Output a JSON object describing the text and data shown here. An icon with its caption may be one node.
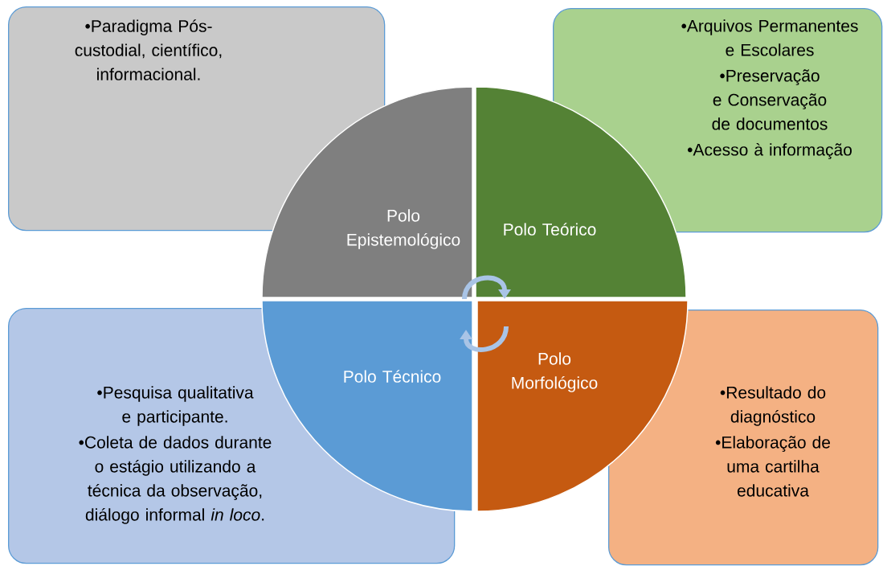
{
  "diagram": {
    "nodes": [
      {
        "text": [
          "•Paradigma Pós-custodial, científico, informacional."
        ]
      },
      {
        "text": [
          "•Arquivos Permanentes e Escolares",
          "•Preservação e Conservação de documentos",
          "•Acesso à informação"
        ]
      },
      {
        "text": [
          "•Pesquisa qualitativa e participante.",
          "•Coleta de dados durante o estágio utilizando a técnica da observação, diálogo informal *in loco*."
        ]
      },
      {
        "text": [
          "•Resultado do diagnóstico",
          "•Elaboração de uma cartilha educativa"
        ]
      },
      {
        "text": [
          "Polo Epistemológico"
        ]
      },
      {
        "text": [
          "Polo Teórico"
        ]
      },
      {
        "text": [
          "Polo Técnico"
        ]
      },
      {
        "text": [
          "Polo Morfológico"
        ]
      }
    ],
    "edges": [
      {
        "from": 4,
        "to": 5,
        "arrow": "to"
      },
      {
        "from": 7,
        "to": 6,
        "arrow": "to"
      }
    ]
  }
}
